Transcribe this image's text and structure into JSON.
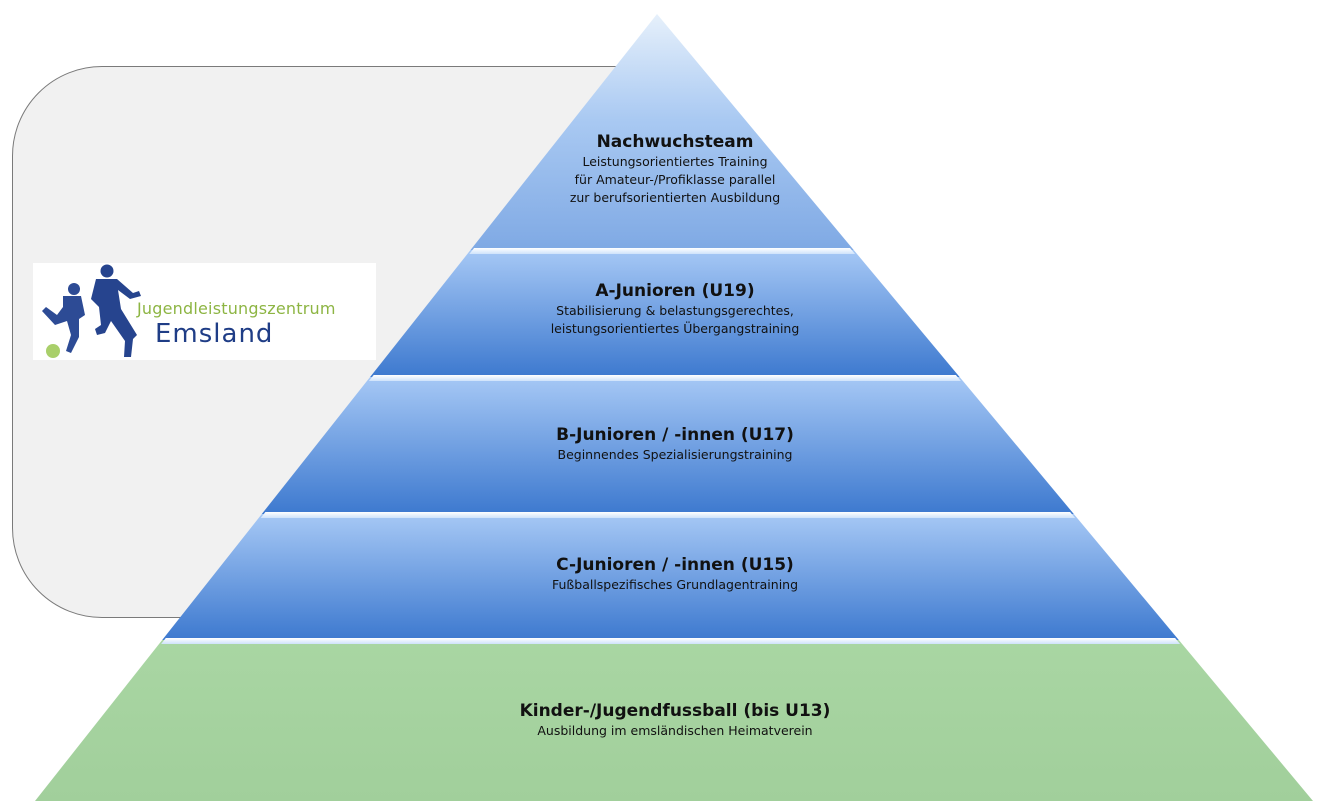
{
  "logo": {
    "line1": "Jugendleistungszentrum",
    "line2": "Emsland",
    "colors": {
      "green": "#8db543",
      "blue": "#1f3d86",
      "ball": "#a9cf6a"
    }
  },
  "pyramid": {
    "colors": {
      "blue_top": "#b8d4f6",
      "blue_bottom": "#3f7fd2",
      "green": "#a5d3a0",
      "separator": "#e8f3ff"
    },
    "tiers": [
      {
        "title": "Nachwuchsteam",
        "lines": [
          "Leistungsorientiertes Training",
          "für Amateur-/Profiklasse parallel",
          "zur berufsorientierten Ausbildung"
        ]
      },
      {
        "title": "A-Junioren (U19)",
        "lines": [
          "Stabilisierung & belastungsgerechtes,",
          "leistungsorientiertes Übergangstraining"
        ]
      },
      {
        "title": "B-Junioren / -innen (U17)",
        "lines": [
          "Beginnendes Spezialisierungstraining"
        ]
      },
      {
        "title": "C-Junioren / -innen (U15)",
        "lines": [
          "Fußballspezifisches Grundlagentraining"
        ]
      },
      {
        "title": "Kinder-/Jugendfussball (bis U13)",
        "lines": [
          "Ausbildung im emsländischen Heimatverein"
        ]
      }
    ]
  }
}
